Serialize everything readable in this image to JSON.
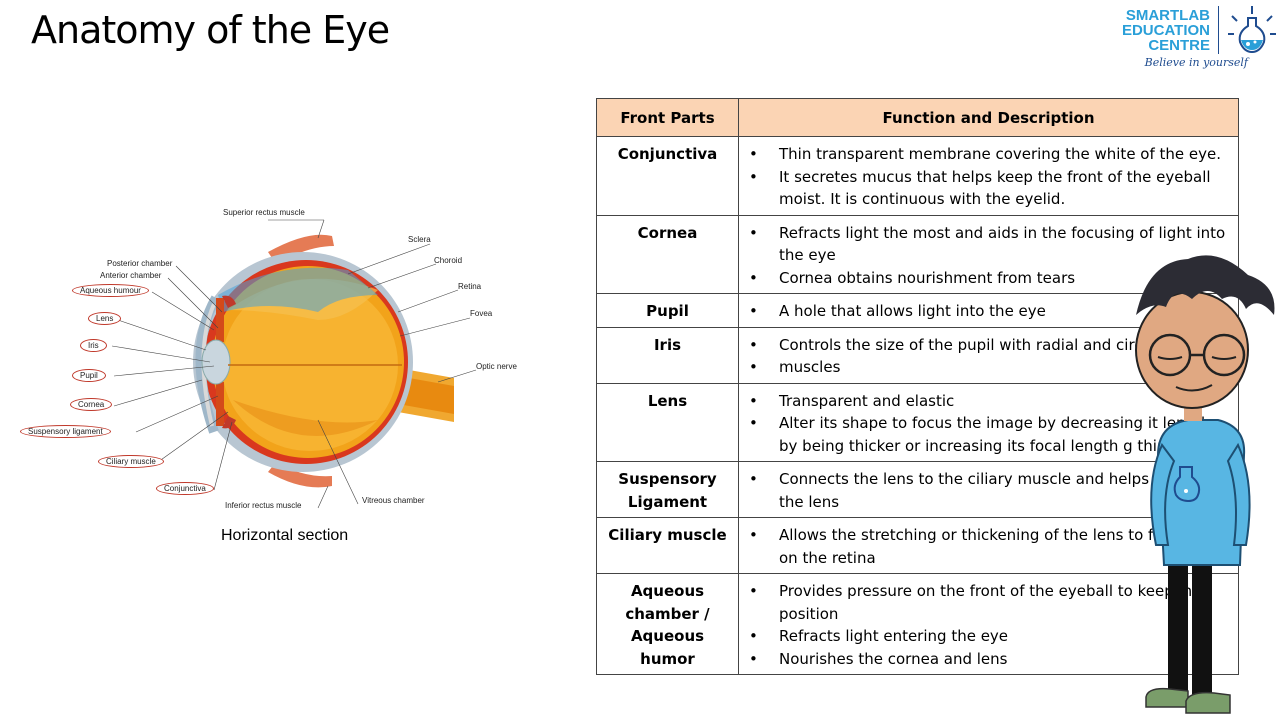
{
  "slide": {
    "title": "Anatomy of the Eye",
    "caption": "Horizontal section"
  },
  "logo": {
    "line1": "SMARTLAB",
    "line2": "EDUCATION",
    "line3": "CENTRE",
    "tagline": "Believe in yourself",
    "brand_color": "#2a9fd8"
  },
  "diagram": {
    "labels": {
      "superior_rectus": "Superior rectus muscle",
      "sclera": "Sclera",
      "choroid": "Choroid",
      "retina": "Retina",
      "fovea": "Fovea",
      "optic_nerve": "Optic nerve",
      "vitreous": "Vitreous chamber",
      "inferior_rectus": "Inferior rectus muscle",
      "posterior_chamber": "Posterior chamber",
      "anterior_chamber": "Anterior chamber"
    },
    "circled_labels": {
      "aqueous": "Aqueous humour",
      "lens": "Lens",
      "iris": "Iris",
      "pupil": "Pupil",
      "cornea": "Cornea",
      "suspensory": "Suspensory ligament",
      "ciliary": "Ciliary muscle",
      "conjunctiva": "Conjunctiva"
    }
  },
  "table": {
    "header_part": "Front Parts",
    "header_function": "Function and Description",
    "header_color": "#fbd4b4",
    "rows": [
      {
        "part": "Conjunctiva",
        "items": [
          "Thin transparent membrane covering the white of the eye.",
          "It secretes mucus that helps keep the front of the eyeball moist. It is continuous with the eyelid."
        ]
      },
      {
        "part": "Cornea",
        "items": [
          "Refracts light the most and aids in the focusing of light into the eye",
          "Cornea obtains nourishment from tears"
        ]
      },
      {
        "part": "Pupil",
        "items": [
          "A hole that allows light into the eye"
        ]
      },
      {
        "part": "Iris",
        "items": [
          "Controls the size of the pupil with radial and circ",
          "muscles"
        ]
      },
      {
        "part": "Lens",
        "items": [
          "Transparent and elastic",
          "Alter its shape to focus the image by decreasing it length by being thicker or increasing its focal length g thinner"
        ]
      },
      {
        "part": "Suspensory Ligament",
        "items": [
          "Connects the lens to the ciliary muscle and helps or relax the lens"
        ]
      },
      {
        "part": "Ciliary muscle",
        "items": [
          "Allows the stretching or thickening of the lens to fo image on the retina"
        ]
      },
      {
        "part": "Aqueous chamber / Aqueous humor",
        "items": [
          "Provides pressure on the front of the eyeball to keep in position",
          "Refracts light entering the eye",
          "Nourishes the cornea and lens"
        ]
      }
    ]
  }
}
